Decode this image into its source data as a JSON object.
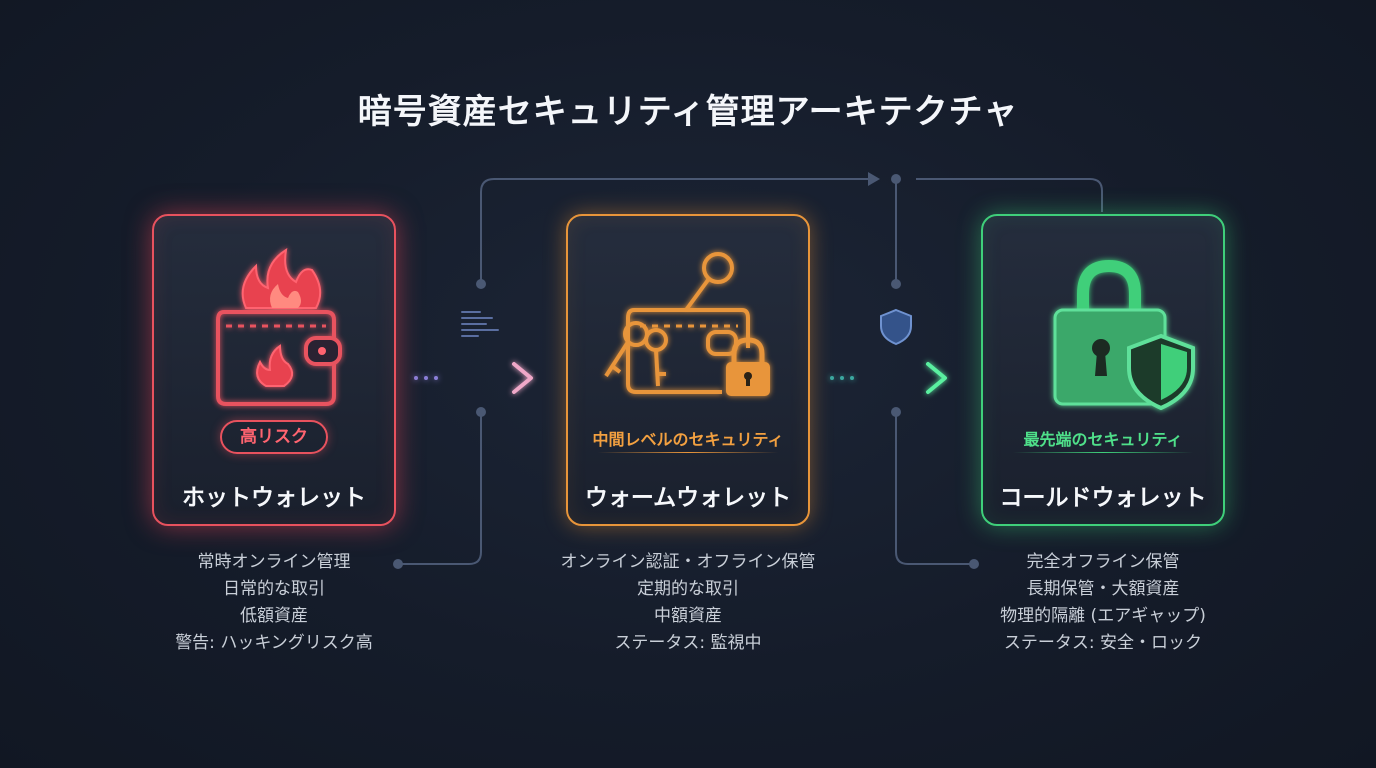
{
  "title": "暗号資産セキュリティ管理アーキテクチャ",
  "colors": {
    "hot": "#e8525e",
    "warm": "#e8953a",
    "cold": "#3fcf7a",
    "background": "#151c2a",
    "connector": "#4a5873"
  },
  "wallets": [
    {
      "id": "hot",
      "name": "ホットウォレット",
      "badge": "高リスク",
      "icon": "burning-wallet-icon",
      "details": [
        "常時オンライン管理",
        "日常的な取引",
        "低額資産",
        "警告: ハッキングリスク高"
      ]
    },
    {
      "id": "warm",
      "name": "ウォームウォレット",
      "level": "中間レベルのセキュリティ",
      "icon": "wallet-keys-padlock-icon",
      "details": [
        "オンライン認証・オフライン保管",
        "定期的な取引",
        "中額資産",
        "ステータス: 監視中"
      ]
    },
    {
      "id": "cold",
      "name": "コールドウォレット",
      "level": "最先端のセキュリティ",
      "icon": "padlock-shield-icon",
      "details": [
        "完全オフライン保管",
        "長期保管・大額資産",
        "物理的隔離 (エアギャップ)",
        "ステータス: 安全・ロック"
      ]
    }
  ]
}
